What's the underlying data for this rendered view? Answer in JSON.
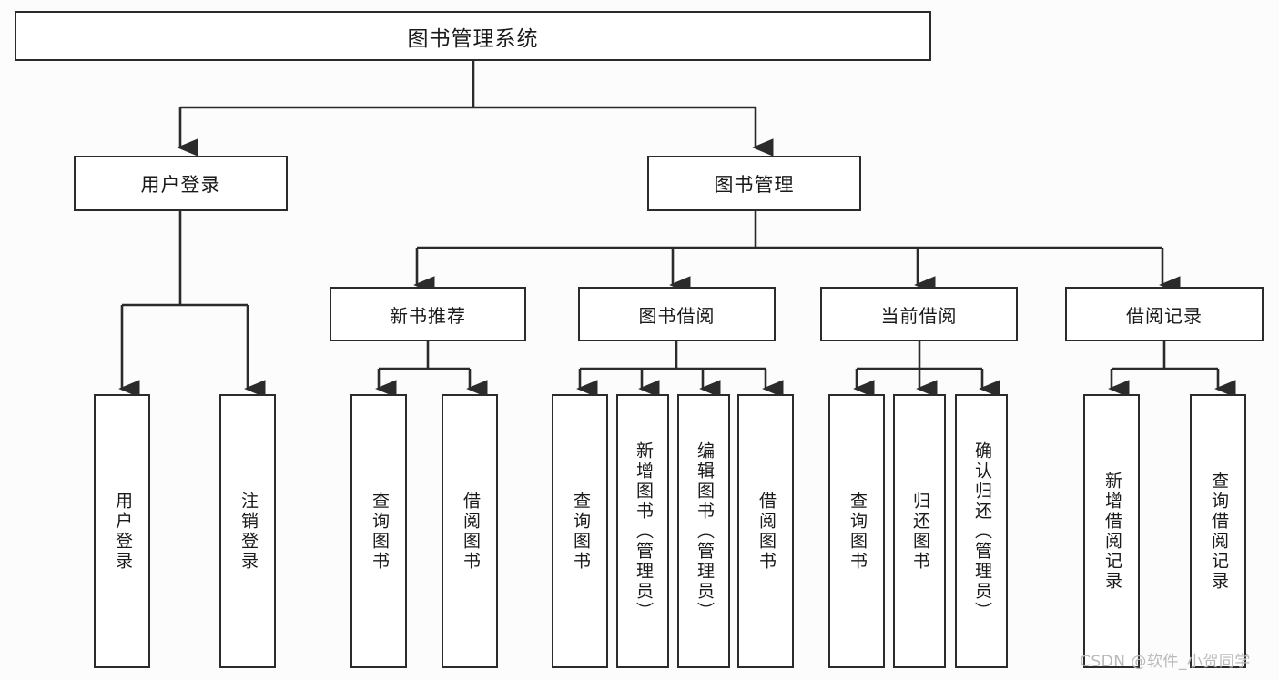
{
  "diagram": {
    "title": "图书管理系统",
    "type": "hierarchy-tree",
    "colors": {
      "box_border": "#2b2b2b",
      "box_fill": "#ffffff",
      "connector": "#2b2b2b",
      "background": "#fcfcfc",
      "watermark": "#b9b9b9"
    },
    "root": {
      "label": "图书管理系统"
    },
    "level2": [
      {
        "label": "用户登录"
      },
      {
        "label": "图书管理"
      }
    ],
    "level3": [
      {
        "label": "新书推荐"
      },
      {
        "label": "图书借阅"
      },
      {
        "label": "当前借阅"
      },
      {
        "label": "借阅记录"
      }
    ],
    "leaves": {
      "user_login": [
        {
          "label": "用户登录"
        },
        {
          "label": "注销登录"
        }
      ],
      "new_book_recommend": [
        {
          "label": "查询图书"
        },
        {
          "label": "借阅图书"
        }
      ],
      "book_borrow": [
        {
          "label": "查询图书"
        },
        {
          "label": "新增图书（管理员）"
        },
        {
          "label": "编辑图书（管理员）"
        },
        {
          "label": "借阅图书"
        }
      ],
      "current_borrow": [
        {
          "label": "查询图书"
        },
        {
          "label": "归还图书"
        },
        {
          "label": "确认归还（管理员）"
        }
      ],
      "borrow_record": [
        {
          "label": "新增借阅记录"
        },
        {
          "label": "查询借阅记录"
        }
      ]
    }
  },
  "watermark": {
    "text": "CSDN @软件_小贺同学"
  }
}
